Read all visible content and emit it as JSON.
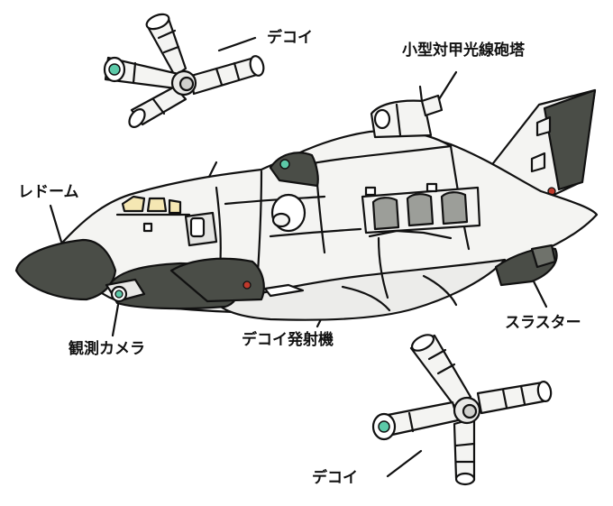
{
  "labels": {
    "decoy_top": "デコイ",
    "turret": "小型対甲光線砲塔",
    "radome": "レドーム",
    "thruster": "スラスター",
    "decoy_launcher": "デコイ発射機",
    "camera": "観測カメラ",
    "decoy_bottom": "デコイ"
  },
  "colors": {
    "hull": "#f4f4f2",
    "armor_dark": "#4a4d47",
    "window": "#f5e7b3",
    "lens": "#5cc9a8",
    "light": "#c0392b",
    "ink": "#111111"
  }
}
